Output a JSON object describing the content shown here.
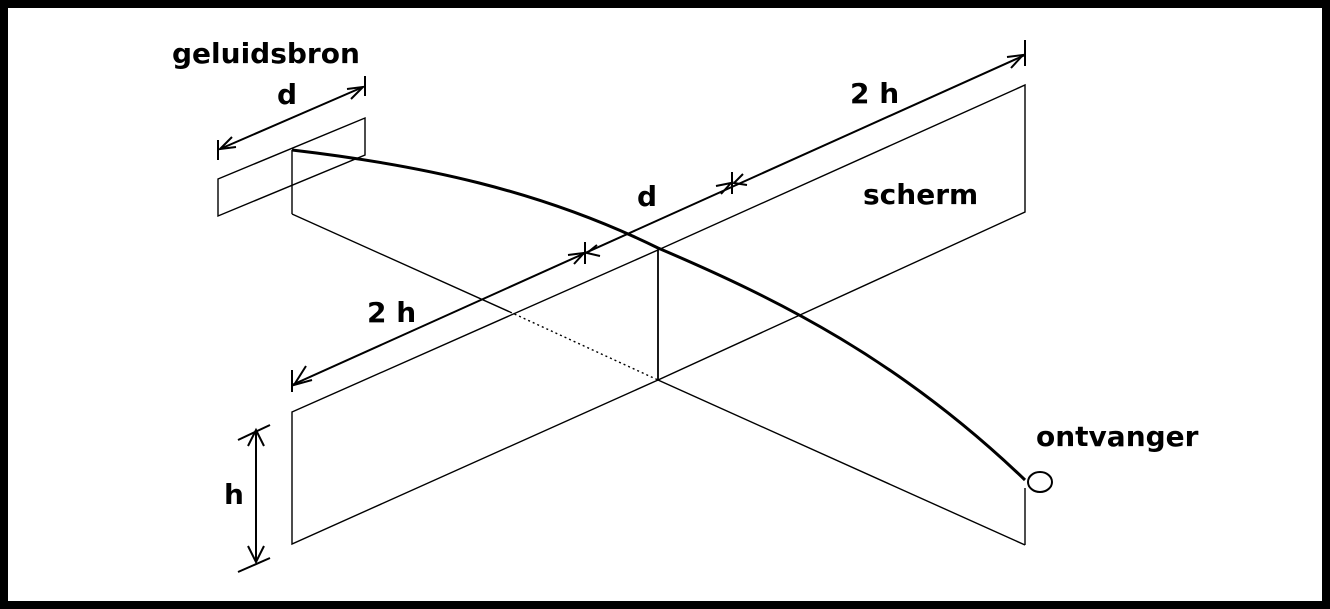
{
  "labels": {
    "source": "geluidsbron",
    "source_width": "d",
    "gap": "d",
    "screen_length_right": "2 h",
    "screen_length_left": "2 h",
    "screen": "scherm",
    "receiver": "ontvanger",
    "height": "h"
  }
}
